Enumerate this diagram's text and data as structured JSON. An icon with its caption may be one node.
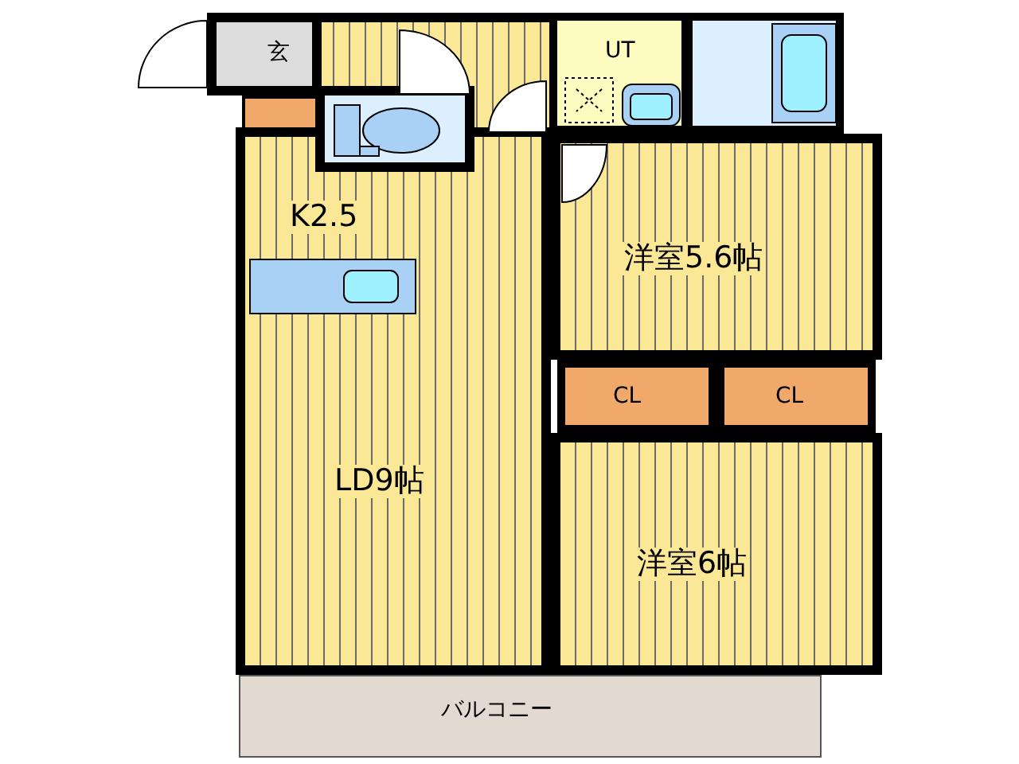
{
  "diagram": {
    "nodes": [
      {
        "text": [
          "玄"
        ]
      },
      {
        "text": [
          "UT"
        ]
      },
      {
        "text": [
          "K2.5",
          "LD9帖"
        ]
      },
      {
        "text": [
          "洋室5.6帖"
        ]
      },
      {
        "text": [
          "CL"
        ]
      },
      {
        "text": [
          "CL"
        ]
      },
      {
        "text": [
          "洋室6帖"
        ]
      },
      {
        "text": [
          "バルコニー"
        ]
      }
    ]
  }
}
